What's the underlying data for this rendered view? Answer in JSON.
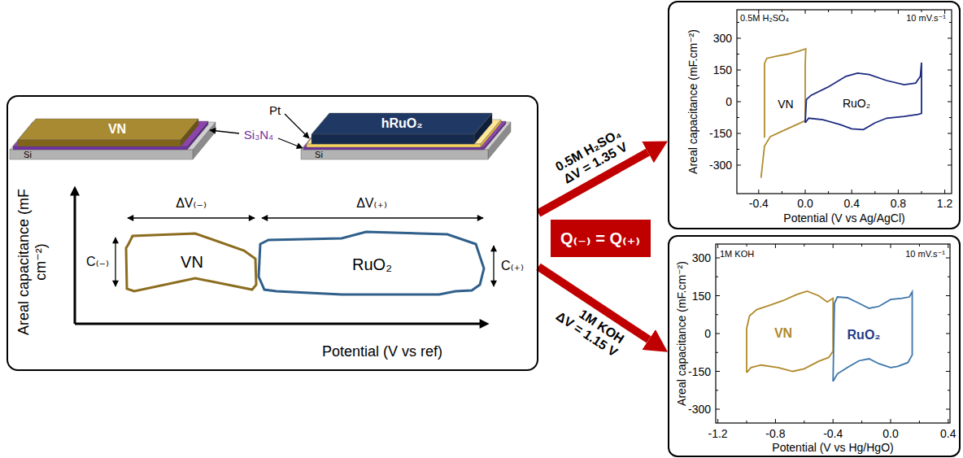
{
  "diagram": {
    "nodes": [
      {
        "text": [
          "Areal capacitance (mF cm⁻²)",
          "Potential (V vs ref)"
        ]
      },
      {
        "text": [
          "VN"
        ],
        "in": 0
      },
      {
        "text": [
          "hRuO₂"
        ],
        "in": 0
      },
      {
        "text": [
          "VN"
        ],
        "in": 0
      },
      {
        "text": [
          "RuO₂"
        ],
        "in": 0
      },
      {
        "text": [
          "Q₍₋₎ = Q₍₊₎"
        ]
      },
      {
        "text": [
          "0.5M H₂SO₄",
          "10 mV.s⁻¹"
        ]
      },
      {
        "text": [
          "1M KOH",
          "10 mV.s⁻¹"
        ]
      }
    ],
    "edges": [
      {
        "from": 0,
        "to": 6,
        "arrow": "to",
        "label": "0.5M H₂SO₄ ΔV = 1.35 V"
      },
      {
        "from": 0,
        "to": 7,
        "arrow": "to",
        "label": "1M KOH ΔV = 1.15 V"
      }
    ],
    "labels": [
      "Pt",
      "Si₃N₄",
      "Si",
      "Si",
      "ΔV₍₋₎",
      "ΔV₍₊₎",
      "C₍₋₎",
      "C₍₊₎",
      "Areal capacitance (mF.cm⁻²)",
      "300",
      "150",
      "0",
      "-150",
      "-300",
      "-0.4",
      "0.0",
      "0.4",
      "0.8",
      "1.2",
      "Potential (V vs Ag/AgCl)",
      "VN",
      "RuO₂",
      "Areal capacitance (mF.cm⁻²)",
      "300",
      "150",
      "0",
      "-150",
      "-300",
      "-1.2",
      "-0.8",
      "-0.4",
      "0.0",
      "0.4",
      "Potential (V vs Hg/HgO)",
      "VN",
      "RuO₂"
    ]
  }
}
